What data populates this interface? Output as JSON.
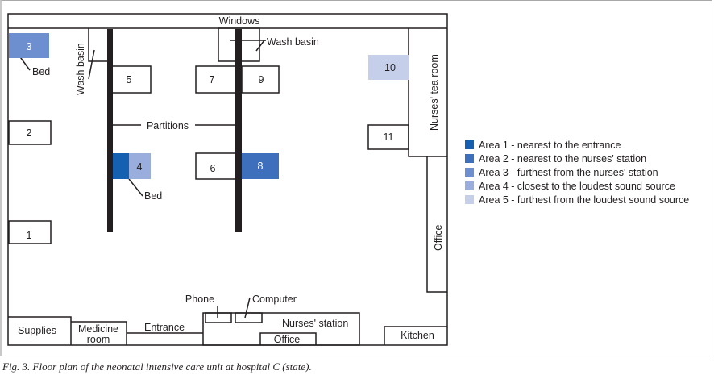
{
  "figure": {
    "caption": "Fig. 3. Floor plan of the neonatal intensive care unit at hospital C (state).",
    "title": "Floor plan of the neonatal intensive care unit at hospital C (state)"
  },
  "labels": {
    "windows": "Windows",
    "wash_basin_left": "Wash basin",
    "wash_basin_center": "Wash basin",
    "partitions": "Partitions",
    "bed_left": "Bed",
    "bed_center": "Bed",
    "nurses_tea_room": "Nurses' tea room",
    "office_right": "Office",
    "supplies": "Supplies",
    "medicine_room_line1": "Medicine",
    "medicine_room_line2": "room",
    "entrance": "Entrance",
    "phone": "Phone",
    "computer": "Computer",
    "nurses_station": "Nurses' station",
    "office_bottom": "Office",
    "kitchen": "Kitchen"
  },
  "beds": [
    {
      "id": "1",
      "area": null
    },
    {
      "id": "2",
      "area": null
    },
    {
      "id": "3",
      "area": 3
    },
    {
      "id": "4",
      "area": 4,
      "split_area": 1
    },
    {
      "id": "5",
      "area": null
    },
    {
      "id": "6",
      "area": null
    },
    {
      "id": "7",
      "area": null
    },
    {
      "id": "8",
      "area": 2
    },
    {
      "id": "9",
      "area": null
    },
    {
      "id": "10",
      "area": 5
    },
    {
      "id": "11",
      "area": null
    }
  ],
  "legend": [
    {
      "label": "Area 1 - nearest to the entrance",
      "color": "#1560b0"
    },
    {
      "label": "Area 2 - nearest to the nurses' station",
      "color": "#3e6fbd"
    },
    {
      "label": "Area 3 - furthest from the nurses' station",
      "color": "#6e8fcf"
    },
    {
      "label": "Area 4 - closest to the loudest sound source",
      "color": "#9aaedd"
    },
    {
      "label": "Area 5 - furthest from the loudest sound source",
      "color": "#c5cfea"
    }
  ]
}
